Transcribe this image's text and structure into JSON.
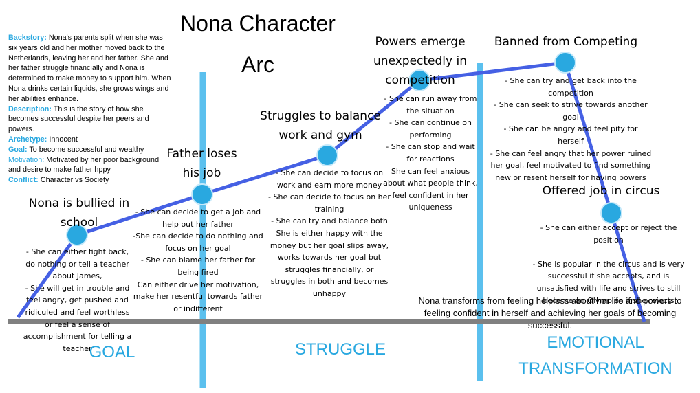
{
  "title": "Nona Character Arc",
  "info": {
    "backstory_label": "Backstory:",
    "backstory": "Nona's parents split when she was six years old and her mother moved back to the Netherlands, leaving her and her father. She and her father struggle financially and Nona is determined to make money to support him. When Nona drinks certain liquids, she grows wings and her abilities enhance.",
    "description_label": "Description:",
    "description": "This is the story of how she becomes successful despite her peers and powers.",
    "archetype_label": "Archetype:",
    "archetype": "Innocent",
    "goal_label": "Goal:",
    "goal": "To become successful and wealthy",
    "motivation_label": "Motivation:",
    "motivation": "Motivated by her poor background and desire to make father hppy",
    "conflict_label": "Conflict:",
    "conflict": "Character vs Society"
  },
  "events": [
    {
      "title": "Nona is bullied in school",
      "notes": "-  She can either fight back, do nothing or tell a teacher about James,\n- She will get in trouble and feel angry, get pushed and ridiculed and feel worthless or feel a sense of accomplishment for telling a teacher"
    },
    {
      "title": "Father loses his job",
      "notes": "-  She can decide to get a job and help out her father\n-She can decide to do nothing and focus on her goal\n- She can blame her father for being fired\nCan either drive her motivation, make her resentful towards father or indifferent"
    },
    {
      "title": "Struggles to balance work and gym",
      "notes": "- She can decide to focus on work and earn more money\n- She can decide to focus on her training\n- She can try and balance both\nShe is either happy with the money but her goal slips away, works towards her goal but struggles financially, or struggles in both and becomes unhappy"
    },
    {
      "title": "Powers emerge unexpectedly in competition",
      "notes": "- She can run away from the situation\n- She can continue on performing\n- She can stop and wait for reactions\nShe can feel anxious about what people think, feel confident in her uniqueness"
    },
    {
      "title": "Banned from Competing",
      "notes": "- She can try and get back into the competition\n- She can seek to strive towards another goal\n- She can be angry and feel pity for herself\n- She can feel angry that her power ruined her goal, feel motivated to find something new or resent herself for having powers"
    },
    {
      "title": "Offered job in circus",
      "notes": "- She can either accept or reject the position\n\n- She is popular in the circus and is very successful if she accepts, and is unsatisfied with life and strives to still become an Olympian if she rejects"
    }
  ],
  "summary": "Nona transforms from feeling helpless about her life and powers to feeling confident in herself and achieving her goals of becoming successful.",
  "phases": {
    "goal": "GOAL",
    "struggle": "STRUGGLE",
    "transformation": "EMOTIONAL TRANSFORMATION"
  },
  "colors": {
    "arc_line": "#4560e4",
    "node_fill": "#29a8e0",
    "divider": "#5bc0ee",
    "baseline": "#808080",
    "accent_text": "#29a8e0"
  }
}
